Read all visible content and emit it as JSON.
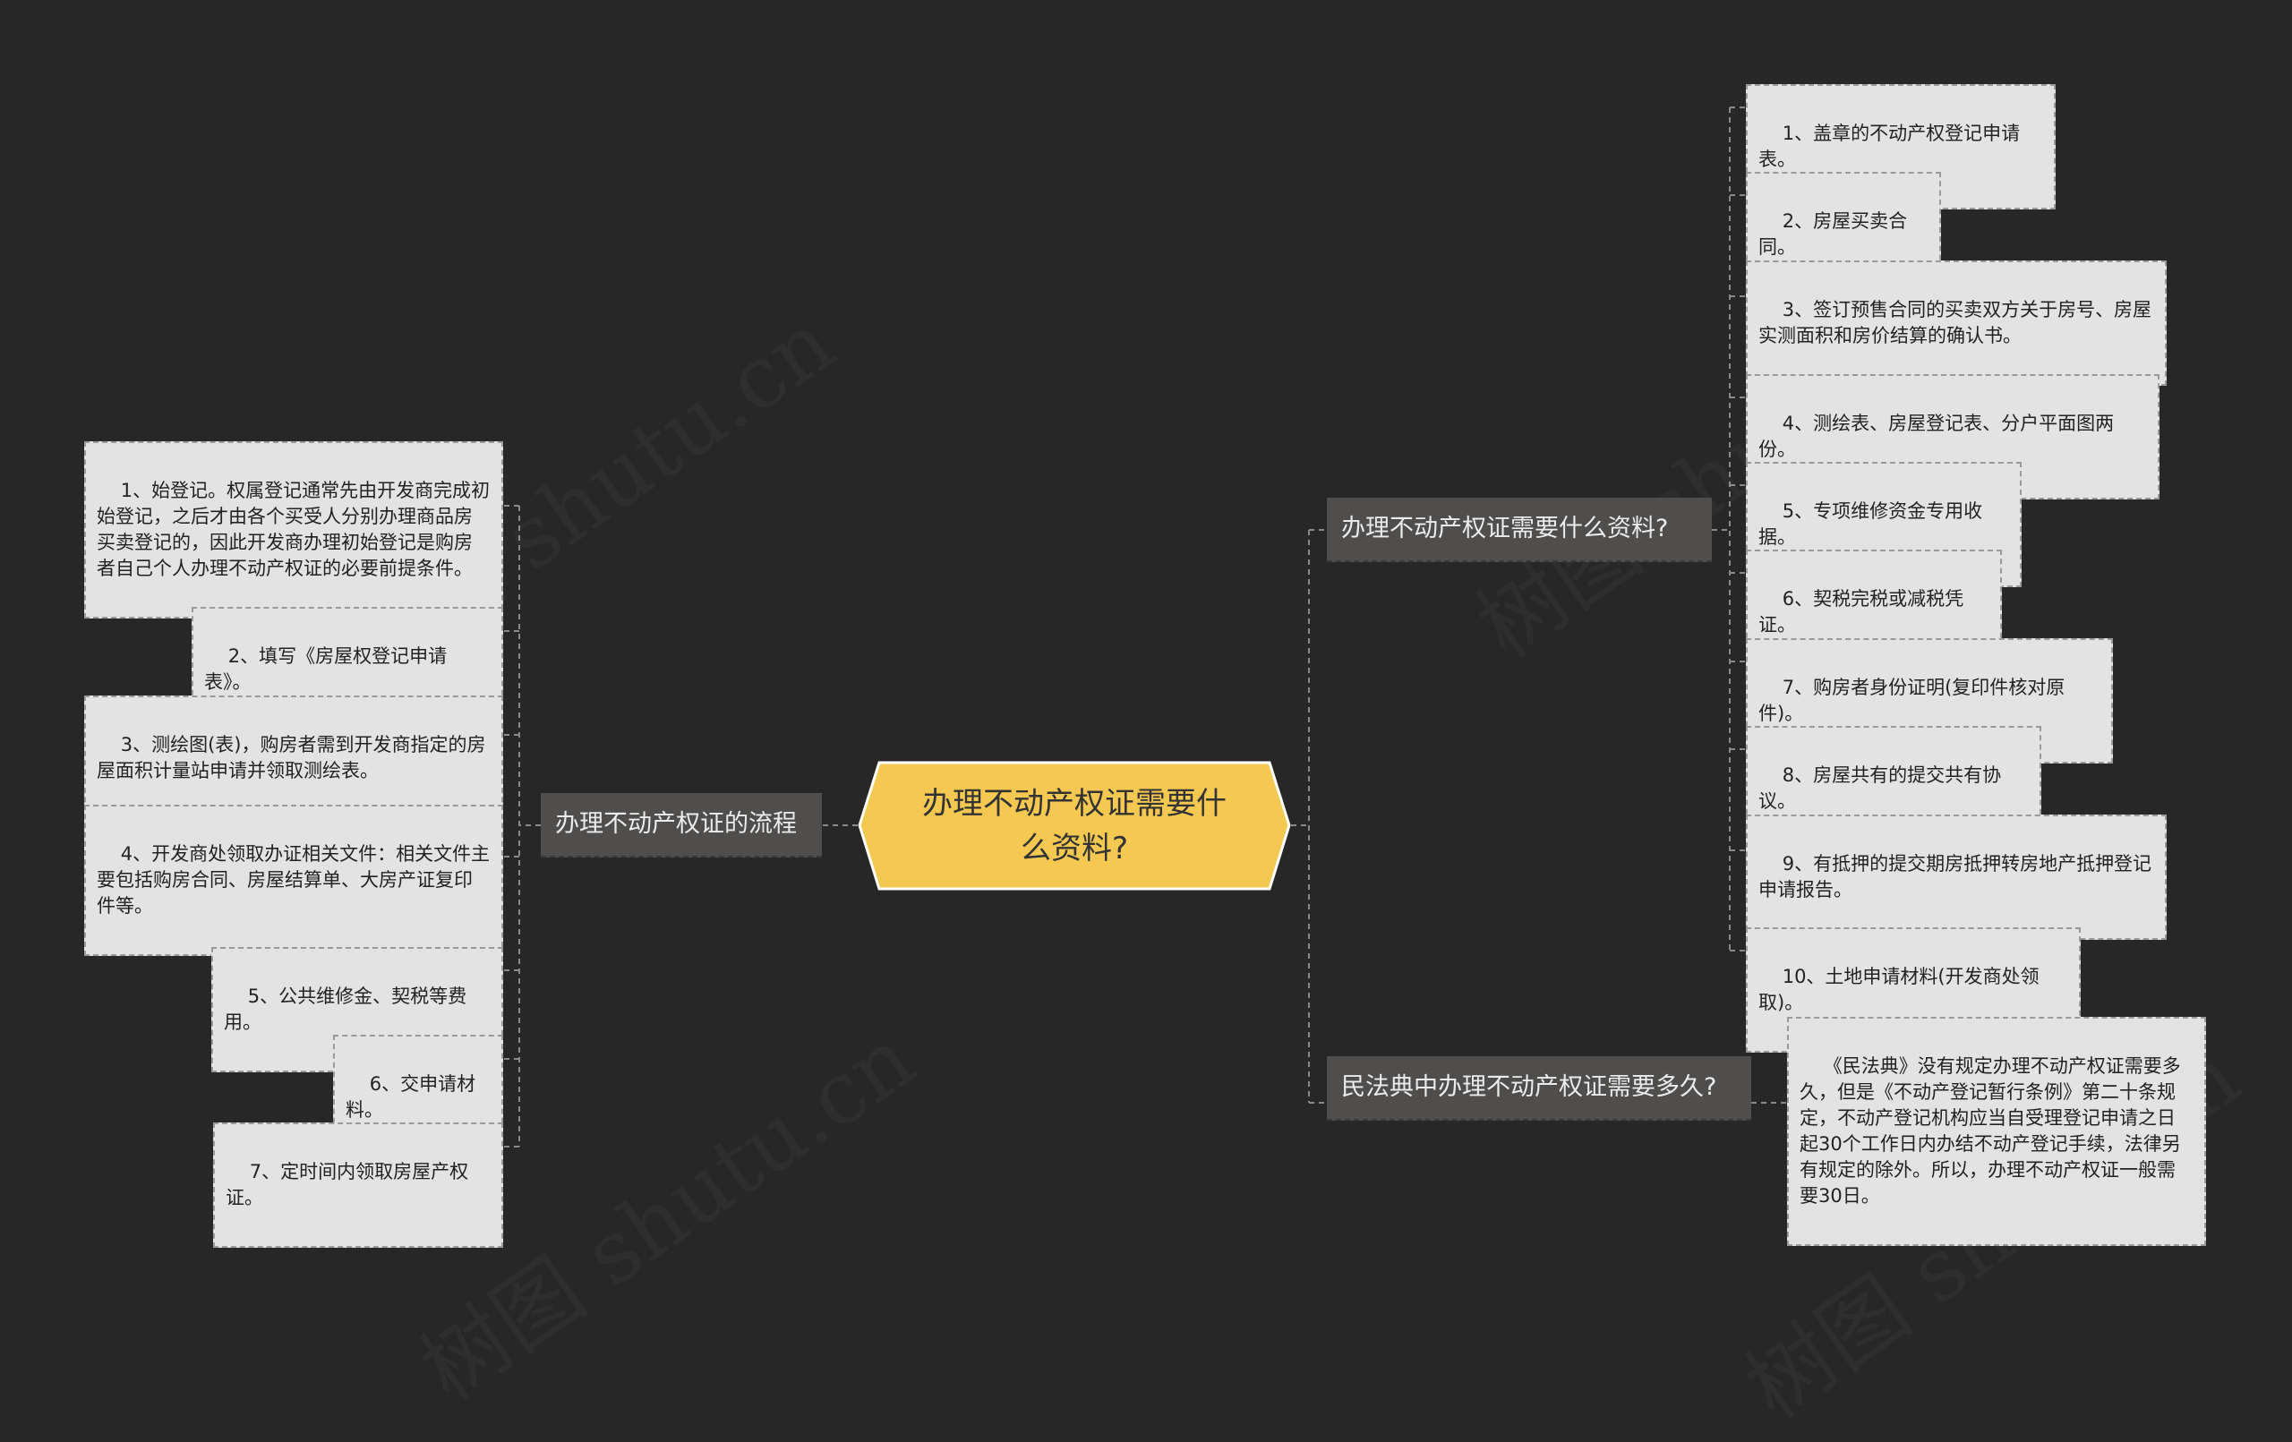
{
  "center": {
    "label": "办理不动产权证需要什么资料?"
  },
  "left_topic": {
    "label": "办理不动产权证的流程",
    "items": [
      "1、始登记。权属登记通常先由开发商完成初始登记，之后才由各个买受人分别办理商品房买卖登记的，因此开发商办理初始登记是购房者自己个人办理不动产权证的必要前提条件。",
      "2、填写《房屋权登记申请表》。",
      "3、测绘图(表)，购房者需到开发商指定的房屋面积计量站申请并领取测绘表。",
      "4、开发商处领取办证相关文件：相关文件主要包括购房合同、房屋结算单、大房产证复印件等。",
      "5、公共维修金、契税等费用。",
      "6、交申请材料。",
      "7、定时间内领取房屋产权证。"
    ]
  },
  "right_topic_1": {
    "label": "办理不动产权证需要什么资料?",
    "items": [
      "1、盖章的不动产权登记申请表。",
      "2、房屋买卖合同。",
      "3、签订预售合同的买卖双方关于房号、房屋实测面积和房价结算的确认书。",
      "4、测绘表、房屋登记表、分户平面图两份。",
      "5、专项维修资金专用收据。",
      "6、契税完税或减税凭证。",
      "7、购房者身份证明(复印件核对原件)。",
      "8、房屋共有的提交共有协议。",
      "9、有抵押的提交期房抵押转房地产抵押登记申请报告。",
      "10、土地申请材料(开发商处领取)。"
    ]
  },
  "right_topic_2": {
    "label": "民法典中办理不动产权证需要多久?",
    "items": [
      "《民法典》没有规定办理不动产权证需要多久，但是《不动产登记暂行条例》第二十条规定，不动产登记机构应当自受理登记申请之日起30个工作日内办结不动产登记手续，法律另有规定的除外。所以，办理不动产权证一般需要30日。"
    ]
  },
  "colors": {
    "background": "#272727",
    "center_fill": "#f5c852",
    "topic_fill": "#4f4e4d",
    "leaf_fill": "#e3e3e3",
    "link": "#8a8a8a"
  }
}
